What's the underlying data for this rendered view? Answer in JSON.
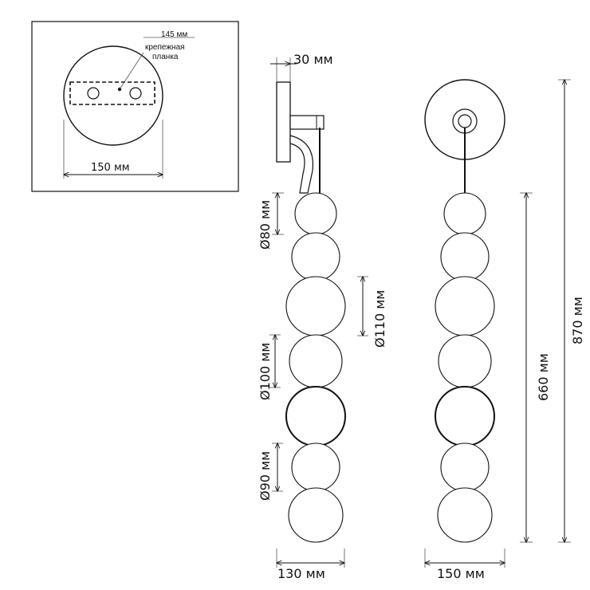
{
  "inset": {
    "mounting_bar_width": "145 мм",
    "mounting_bar_label_line1": "крепежная",
    "mounting_bar_label_line2": "планка",
    "plate_diameter": "150 мм"
  },
  "side_view": {
    "arm_offset": "30 мм",
    "ball_80": "Ø80 мм",
    "ball_110": "Ø110 мм",
    "ball_100": "Ø100 мм",
    "ball_90": "Ø90 мм",
    "width": "130 мм"
  },
  "front_view": {
    "body_height": "660 мм",
    "total_height": "870 мм",
    "width": "150 мм"
  }
}
